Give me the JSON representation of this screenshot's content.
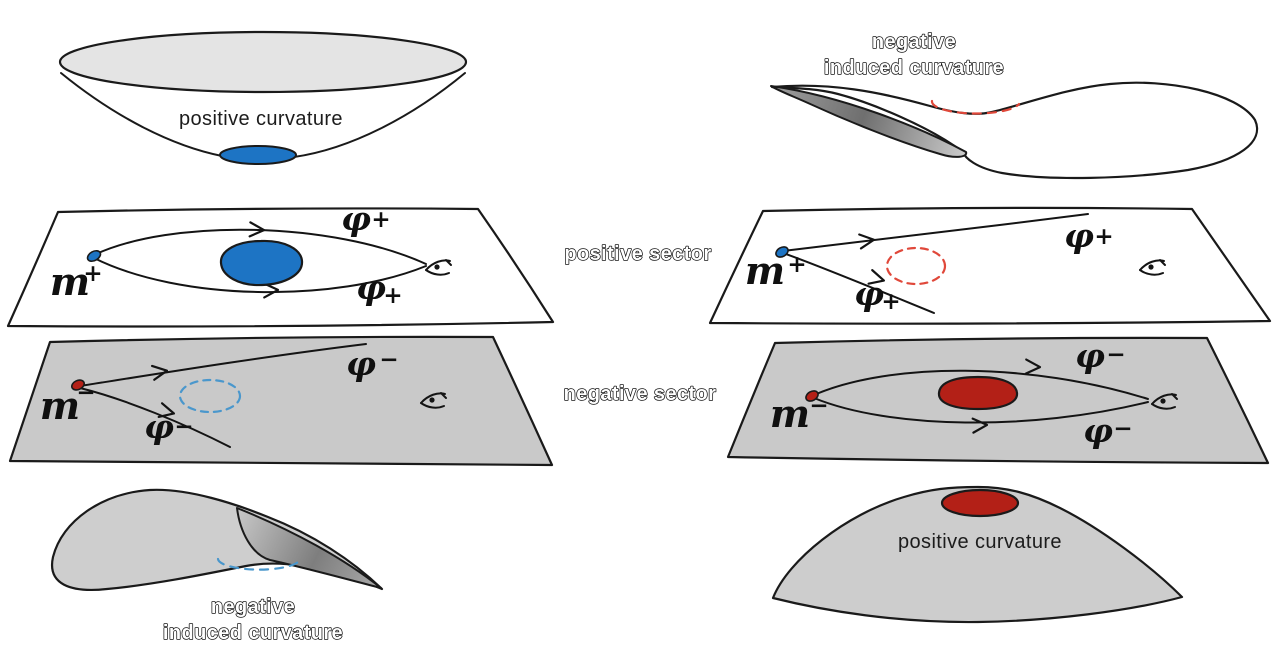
{
  "colors": {
    "outline": "#1a1a1a",
    "plane_white": "#ffffff",
    "plane_gray": "#c9c9c9",
    "surface_gray": "#cdcdcd",
    "cone_top_gray": "#e4e4e4",
    "matter_blue": "#1d74c4",
    "matter_red": "#b32017",
    "dashed_blue": "#4a97cc",
    "dashed_red": "#e0483a"
  },
  "center_labels": {
    "positive_sector": "positive sector",
    "negative_sector": "negative sector"
  },
  "left_column": {
    "cone_label": "positive curvature",
    "saddle_label_line1": "negative",
    "saddle_label_line2": "induced curvature",
    "white_plane": {
      "mass": "m",
      "mass_sign": "+",
      "phi": "φ",
      "phi_sign_top": "+",
      "phi_sign_bottom": "+"
    },
    "gray_plane": {
      "mass": "m",
      "mass_sign": "−",
      "phi": "φ",
      "phi_sign_top": "−",
      "phi_sign_bottom": "−"
    }
  },
  "right_column": {
    "saddle_label_line1": "negative",
    "saddle_label_line2": "induced curvature",
    "hill_label": "positive curvature",
    "white_plane": {
      "mass": "m",
      "mass_sign": "+",
      "phi": "φ",
      "phi_sign_top": "+",
      "phi_sign_bottom": "+"
    },
    "gray_plane": {
      "mass": "m",
      "mass_sign": "−",
      "phi": "φ",
      "phi_sign_top": "−",
      "phi_sign_bottom": "−"
    }
  }
}
